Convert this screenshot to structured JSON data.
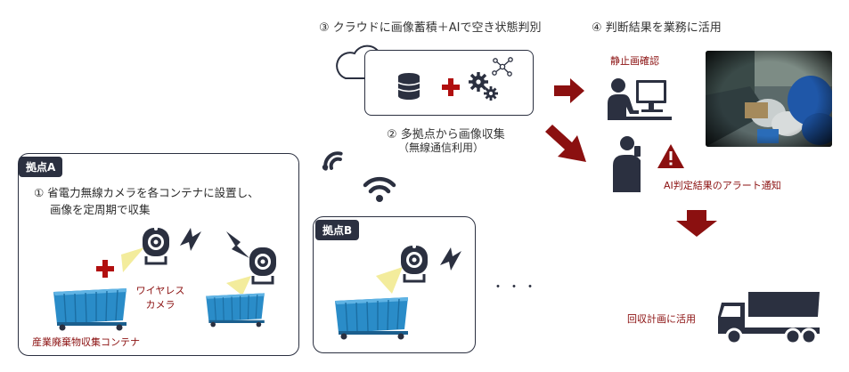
{
  "steps": {
    "step3": "③ クラウドに画像蓄積＋AIで空き状態判別",
    "step4": "④ 判断結果を業務に活用",
    "step2_line1": "② 多拠点から画像収集",
    "step2_line2": "（無線通信利用）",
    "step1_line1": "① 省電力無線カメラを各コンテナに設置し、",
    "step1_line2": "画像を定周期で収集"
  },
  "sites": {
    "a": "拠点A",
    "b": "拠点B"
  },
  "labels": {
    "still_image": "静止画確認",
    "ai_alert": "AI判定結果のアラート通知",
    "collection_plan": "回収計画に活用",
    "wireless_camera_line1": "ワイヤレス",
    "wireless_camera_line2": "カメラ",
    "container": "産業廃棄物収集コンテナ",
    "ellipsis": "・・・"
  },
  "colors": {
    "dark": "#2b3040",
    "accent_red": "#8b1010",
    "container_blue": "#2a8cc8",
    "camera_light": "#f3ec9c"
  },
  "icons": [
    "cloud-icon",
    "database-icon",
    "gears-icon",
    "network-icon",
    "wifi-icon",
    "camera-icon",
    "lightning-icon",
    "person-pc-icon",
    "person-phone-icon",
    "warning-icon",
    "truck-icon",
    "arrow-icon",
    "plus-icon"
  ]
}
